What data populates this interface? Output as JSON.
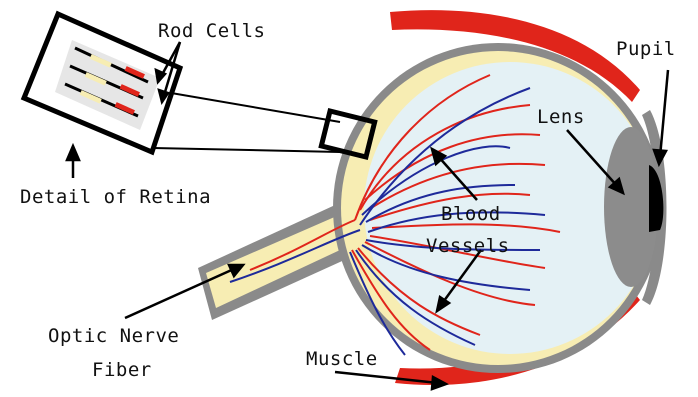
{
  "labels": {
    "rod_cells": "Rod Cells",
    "detail_of_retina": "Detail of Retina",
    "optic_nerve_line1": "Optic Nerve",
    "optic_nerve_line2": "Fiber",
    "muscle": "Muscle",
    "blood_line1": "Blood",
    "blood_line2": "Vessels",
    "lens": "Lens",
    "pupil": "Pupil"
  },
  "colors": {
    "eyeball_fill": "#e4f1f5",
    "sclera_gray": "#8a8a8a",
    "retina_yellow": "#f7edb3",
    "muscle_red": "#e0251b",
    "artery_red": "#e0251b",
    "vein_blue": "#1e2a9a",
    "lens_gray": "#8c8c8c",
    "pupil_black": "#000000",
    "outline": "#000000"
  }
}
